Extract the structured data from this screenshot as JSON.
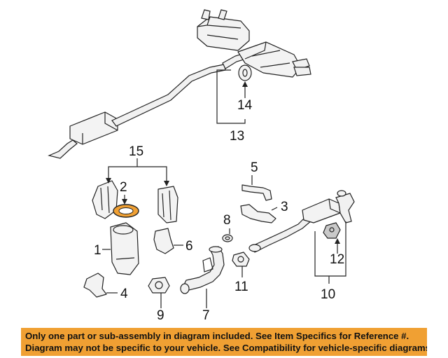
{
  "callouts": {
    "c1": "1",
    "c2": "2",
    "c3": "3",
    "c4": "4",
    "c5": "5",
    "c6": "6",
    "c7": "7",
    "c8": "8",
    "c9": "9",
    "c10": "10",
    "c11": "11",
    "c12": "12",
    "c13": "13",
    "c14": "14",
    "c15": "15"
  },
  "notice": {
    "line1": "Only one part or sub-assembly in diagram included. See Item Specifics for Reference #.",
    "line2": "Diagram may not be specific to your vehicle. See Compatibility for vehicle-specific diagrams."
  },
  "colors": {
    "notice_bg": "#f0a033",
    "highlight_part": "#f0a033"
  }
}
